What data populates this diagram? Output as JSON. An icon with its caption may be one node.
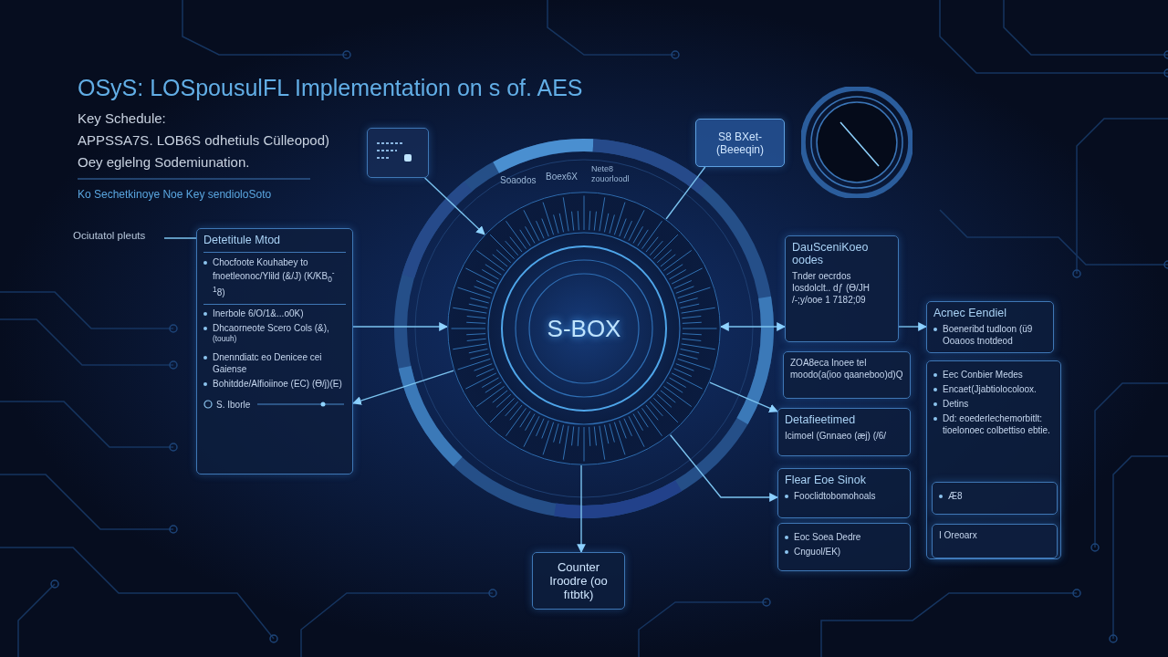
{
  "diagram": {
    "title": "OSyS: LOSpousulFL Implementation on s of. AES",
    "nodes": [
      {
        "text": [
          "Ociutatol pleuts"
        ]
      },
      {
        "text": [
          "Detetitule Mtod",
          "Chocfoote Kouhabey to fnoetleonoc/Ylild (&/J) (K/KB$_{0}$$^{-1}$8)",
          "Inerbole 6/O/1&...o0K)",
          "Dhcaorneote Scero Cols (&),$^{(touuh)}$",
          "Dnenndiatc eo Denicee cei Gaiense",
          "Bohitdde/Alfioiinoe (EC) (Ɵ/j)(E)",
          "S. Iborle"
        ]
      },
      {
        "text": [],
        "shape": "box"
      },
      {
        "text": [
          "S-BOX"
        ]
      },
      {
        "text": [
          "S8 BXet- (Beeeqin)"
        ]
      },
      {
        "text": [],
        "shape": "circle"
      },
      {
        "text": [
          "DauSceniKoeo oodes",
          "Tnder oecrdos Iosdolclt.. dƒ (Ɵ/JH /-;y/ooe 1 7182;09"
        ]
      },
      {
        "text": [
          "Acnec Eendiel",
          "Boeneribd tudloon (ü9 Ooaoos tnotdeod"
        ]
      },
      {
        "text": [
          "ZOA8eca Inoee tel moodo(a(ioo qaaneboo)d)Q"
        ]
      },
      {
        "text": [
          "Detafieetimed",
          "Icimoel (Gnnaeo (ӕj) (/6/"
        ]
      },
      {
        "text": [
          "Flear Eoe Sinok",
          "Fooclidtobomohoals"
        ]
      },
      {
        "text": [
          "Eoc Soea Dedre",
          "Cnguol/EK)"
        ]
      },
      {
        "text": [
          "Eec Conbier Medes",
          "Encaet(Jjabtiolocoloox.",
          "Detins",
          "Dd: eoederlechemorbitlt: tioelonoec colbettiso ebtie."
        ]
      },
      {
        "text": [
          "Æ8"
        ],
        "in": 12
      },
      {
        "text": [
          "I Oreoarx"
        ],
        "in": 12
      },
      {
        "text": [
          "Counter Iroodre (oo fıtbtk)"
        ]
      }
    ],
    "edges": [
      {
        "from": 0,
        "to": 1,
        "arrow": "none"
      },
      {
        "from": 1,
        "to": 3,
        "arrow": "to"
      },
      {
        "from": 3,
        "to": 1,
        "arrow": "to"
      },
      {
        "from": 2,
        "to": 3,
        "arrow": "to"
      },
      {
        "from": 3,
        "to": 4,
        "arrow": "none"
      },
      {
        "from": 3,
        "to": 6,
        "arrow": "both"
      },
      {
        "from": 6,
        "to": 7,
        "arrow": "to"
      },
      {
        "from": 3,
        "to": 9,
        "arrow": "to"
      },
      {
        "from": 3,
        "to": 10,
        "arrow": "to"
      },
      {
        "from": 3,
        "to": 15,
        "arrow": "to"
      }
    ],
    "labels": [
      "Key Schedule:",
      "APPSSA7S. LOB6S odhetiuls Cülleopod)",
      "Oey eglelng Sodemiunation.",
      "Ko Sechetkinoye Noe Key sendioloSoto",
      "Soaodos",
      "Boex6X",
      "Nete8 zouorloodl"
    ]
  }
}
